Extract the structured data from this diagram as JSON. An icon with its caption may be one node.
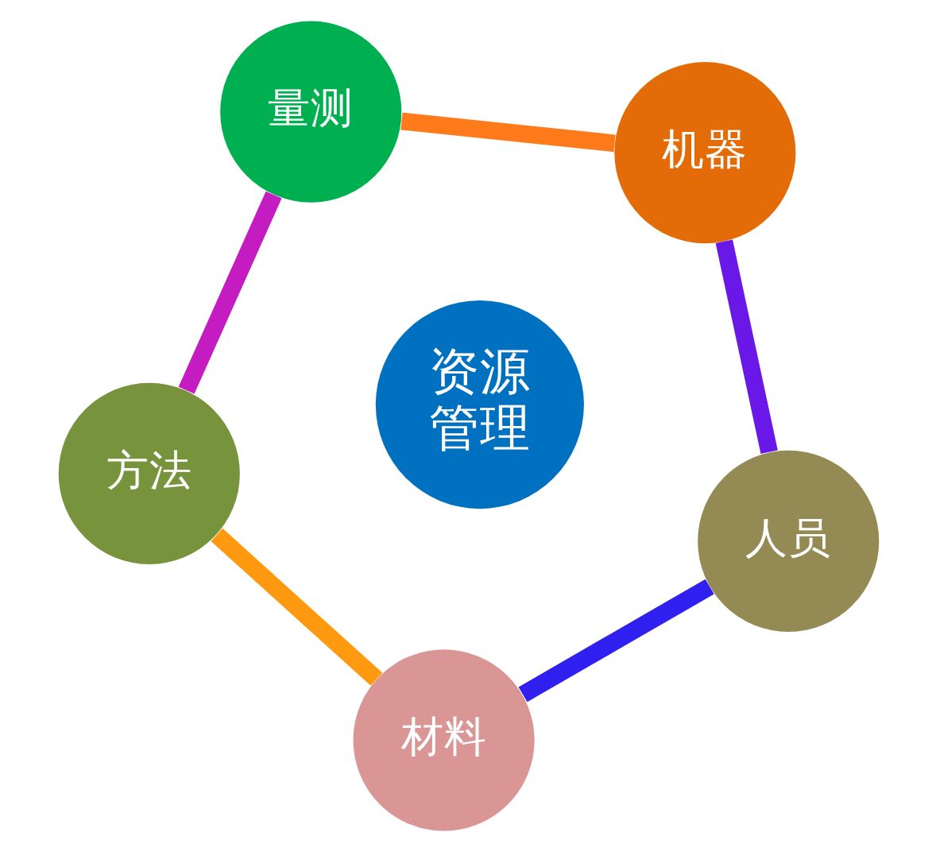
{
  "diagram": {
    "nodes": [
      {
        "text": [
          "人员"
        ]
      },
      {
        "text": [
          "机器"
        ]
      },
      {
        "text": [
          "量测"
        ]
      },
      {
        "text": [
          "方法"
        ]
      },
      {
        "text": [
          "材料"
        ]
      },
      {
        "text": [
          "资源管理"
        ]
      }
    ],
    "edges": [
      {
        "from": 0,
        "to": 1,
        "arrow": "none",
        "color": "#6a18e8"
      },
      {
        "from": 1,
        "to": 2,
        "arrow": "none",
        "color": "#ff7a1a"
      },
      {
        "from": 2,
        "to": 3,
        "arrow": "none",
        "color": "#c41cc0"
      },
      {
        "from": 3,
        "to": 4,
        "arrow": "none",
        "color": "#ff9a10"
      },
      {
        "from": 4,
        "to": 0,
        "arrow": "none",
        "color": "#3020f0"
      }
    ]
  }
}
